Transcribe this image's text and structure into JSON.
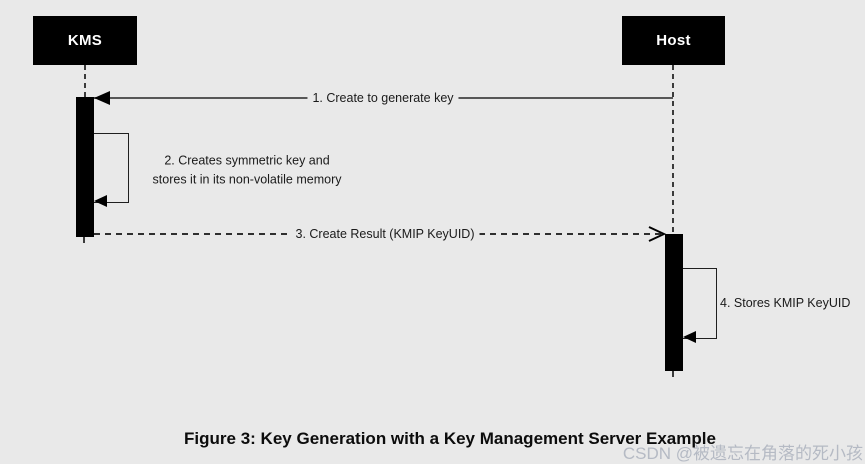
{
  "diagram": {
    "type": "uml-sequence",
    "background_color": "#e9e9e9",
    "actors": [
      {
        "id": "kms",
        "label": "KMS"
      },
      {
        "id": "host",
        "label": "Host"
      }
    ],
    "messages": [
      {
        "num": 1,
        "label": "1. Create to generate key",
        "from": "host",
        "to": "kms",
        "line_style": "solid",
        "arrowhead": "solid-triangle-left"
      },
      {
        "num": 2,
        "label": "2. Creates symmetric key and\nstores it in its non-volatile memory",
        "from": "kms",
        "to": "kms",
        "line_style": "solid-self-loop",
        "arrowhead": "solid-triangle-left"
      },
      {
        "num": 3,
        "label": "3. Create Result (KMIP KeyUID)",
        "from": "kms",
        "to": "host",
        "line_style": "dashed",
        "arrowhead": "open-arrow-right"
      },
      {
        "num": 4,
        "label": "4. Stores KMIP KeyUID",
        "from": "host",
        "to": "host",
        "line_style": "solid-self-loop",
        "arrowhead": "solid-triangle-left"
      }
    ],
    "caption": "Figure 3: Key Generation with a Key Management Server Example",
    "watermark": "CSDN @被遗忘在角落的死小孩",
    "colors": {
      "actor_fill": "#000000",
      "actor_text": "#ffffff",
      "solid_line": "#575757",
      "dashed_line": "#2f2f2f",
      "label_text": "#1a1a1a",
      "caption_text": "#0c0c0c",
      "watermark_text": "#b2b7c2"
    }
  }
}
